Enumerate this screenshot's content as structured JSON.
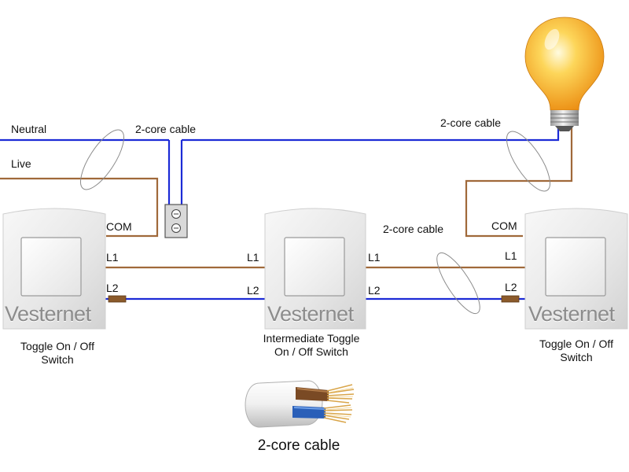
{
  "labels": {
    "neutral": "Neutral",
    "live": "Live",
    "cable_top_left": "2-core cable",
    "cable_top_right": "2-core cable",
    "cable_mid_right": "2-core cable",
    "com_left": "COM",
    "com_right": "COM",
    "l1_left": "L1",
    "l2_left": "L2",
    "l1_mid_in": "L1",
    "l2_mid_in": "L2",
    "l1_mid_out": "L1",
    "l2_mid_out": "L2",
    "l1_right": "L1",
    "l2_right": "L2"
  },
  "switches": [
    {
      "brand": "Vesternet",
      "caption_line1": "Toggle On / Off",
      "caption_line2": "Switch"
    },
    {
      "brand": "Vesternet",
      "caption_line1": "Intermediate Toggle",
      "caption_line2": "On / Off Switch"
    },
    {
      "brand": "Vesternet",
      "caption_line1": "Toggle On / Off",
      "caption_line2": "Switch"
    }
  ],
  "cable_caption": "2-core cable",
  "colors": {
    "neutral_wire": "#1c2bd6",
    "live_wire": "#a0693a",
    "switch_body": "#ececec",
    "bulb_glass": "#f7a928"
  },
  "icons": [
    "light-bulb-icon",
    "junction-box-icon",
    "cable-cross-section-icon"
  ]
}
